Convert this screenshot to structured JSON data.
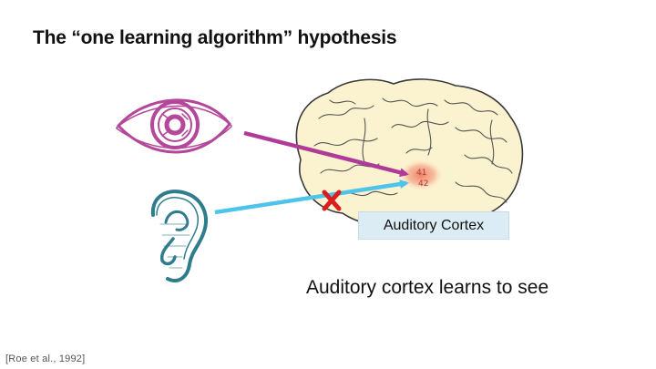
{
  "slide": {
    "title": "The “one learning algorithm” hypothesis",
    "region_label": "Auditory Cortex",
    "caption": "Auditory cortex learns to see",
    "citation": "[Roe et al., 1992]",
    "brain_area_numbers": [
      "41",
      "42"
    ]
  },
  "colors": {
    "eye": "#b5479a",
    "ear": "#2f7d8c",
    "eye_arrow": "#b03a9a",
    "ear_arrow": "#4fc4ea",
    "blocked_mark": "#d81e1e",
    "brain_fill": "#fbf3cf",
    "brain_outline": "#3a3a3a",
    "auditory_region": "#f3a68a",
    "label_box": "#dcecf5"
  },
  "icons": [
    "eye-icon",
    "ear-icon",
    "brain-illustration",
    "cross-mark-icon"
  ]
}
